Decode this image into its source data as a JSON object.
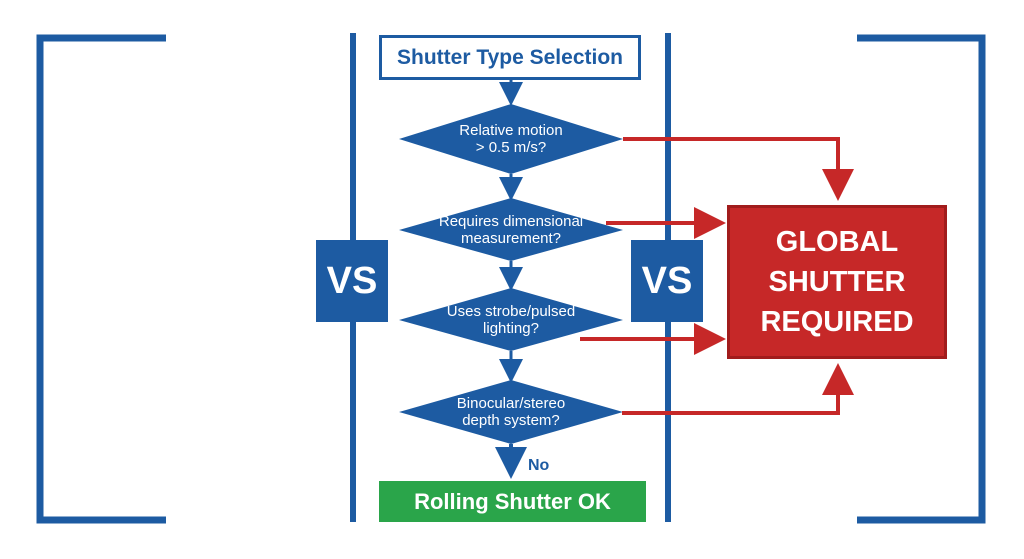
{
  "flowchart": {
    "start_label": "Shutter Type Selection",
    "decisions": [
      "Relative motion\n> 0.5 m/s?",
      "Requires dimensional\nmeasurement?",
      "Uses strobe/pulsed\nlighting?",
      "Binocular/stereo\ndepth system?"
    ],
    "no_label": "No",
    "global_result": "GLOBAL\nSHUTTER\nREQUIRED",
    "rolling_result": "Rolling Shutter OK"
  },
  "vs_labels": [
    "VS",
    "VS"
  ],
  "colors": {
    "blue": "#1d5ba2",
    "red": "#c62828",
    "green": "#2aa54a",
    "background": "#ffffff"
  }
}
